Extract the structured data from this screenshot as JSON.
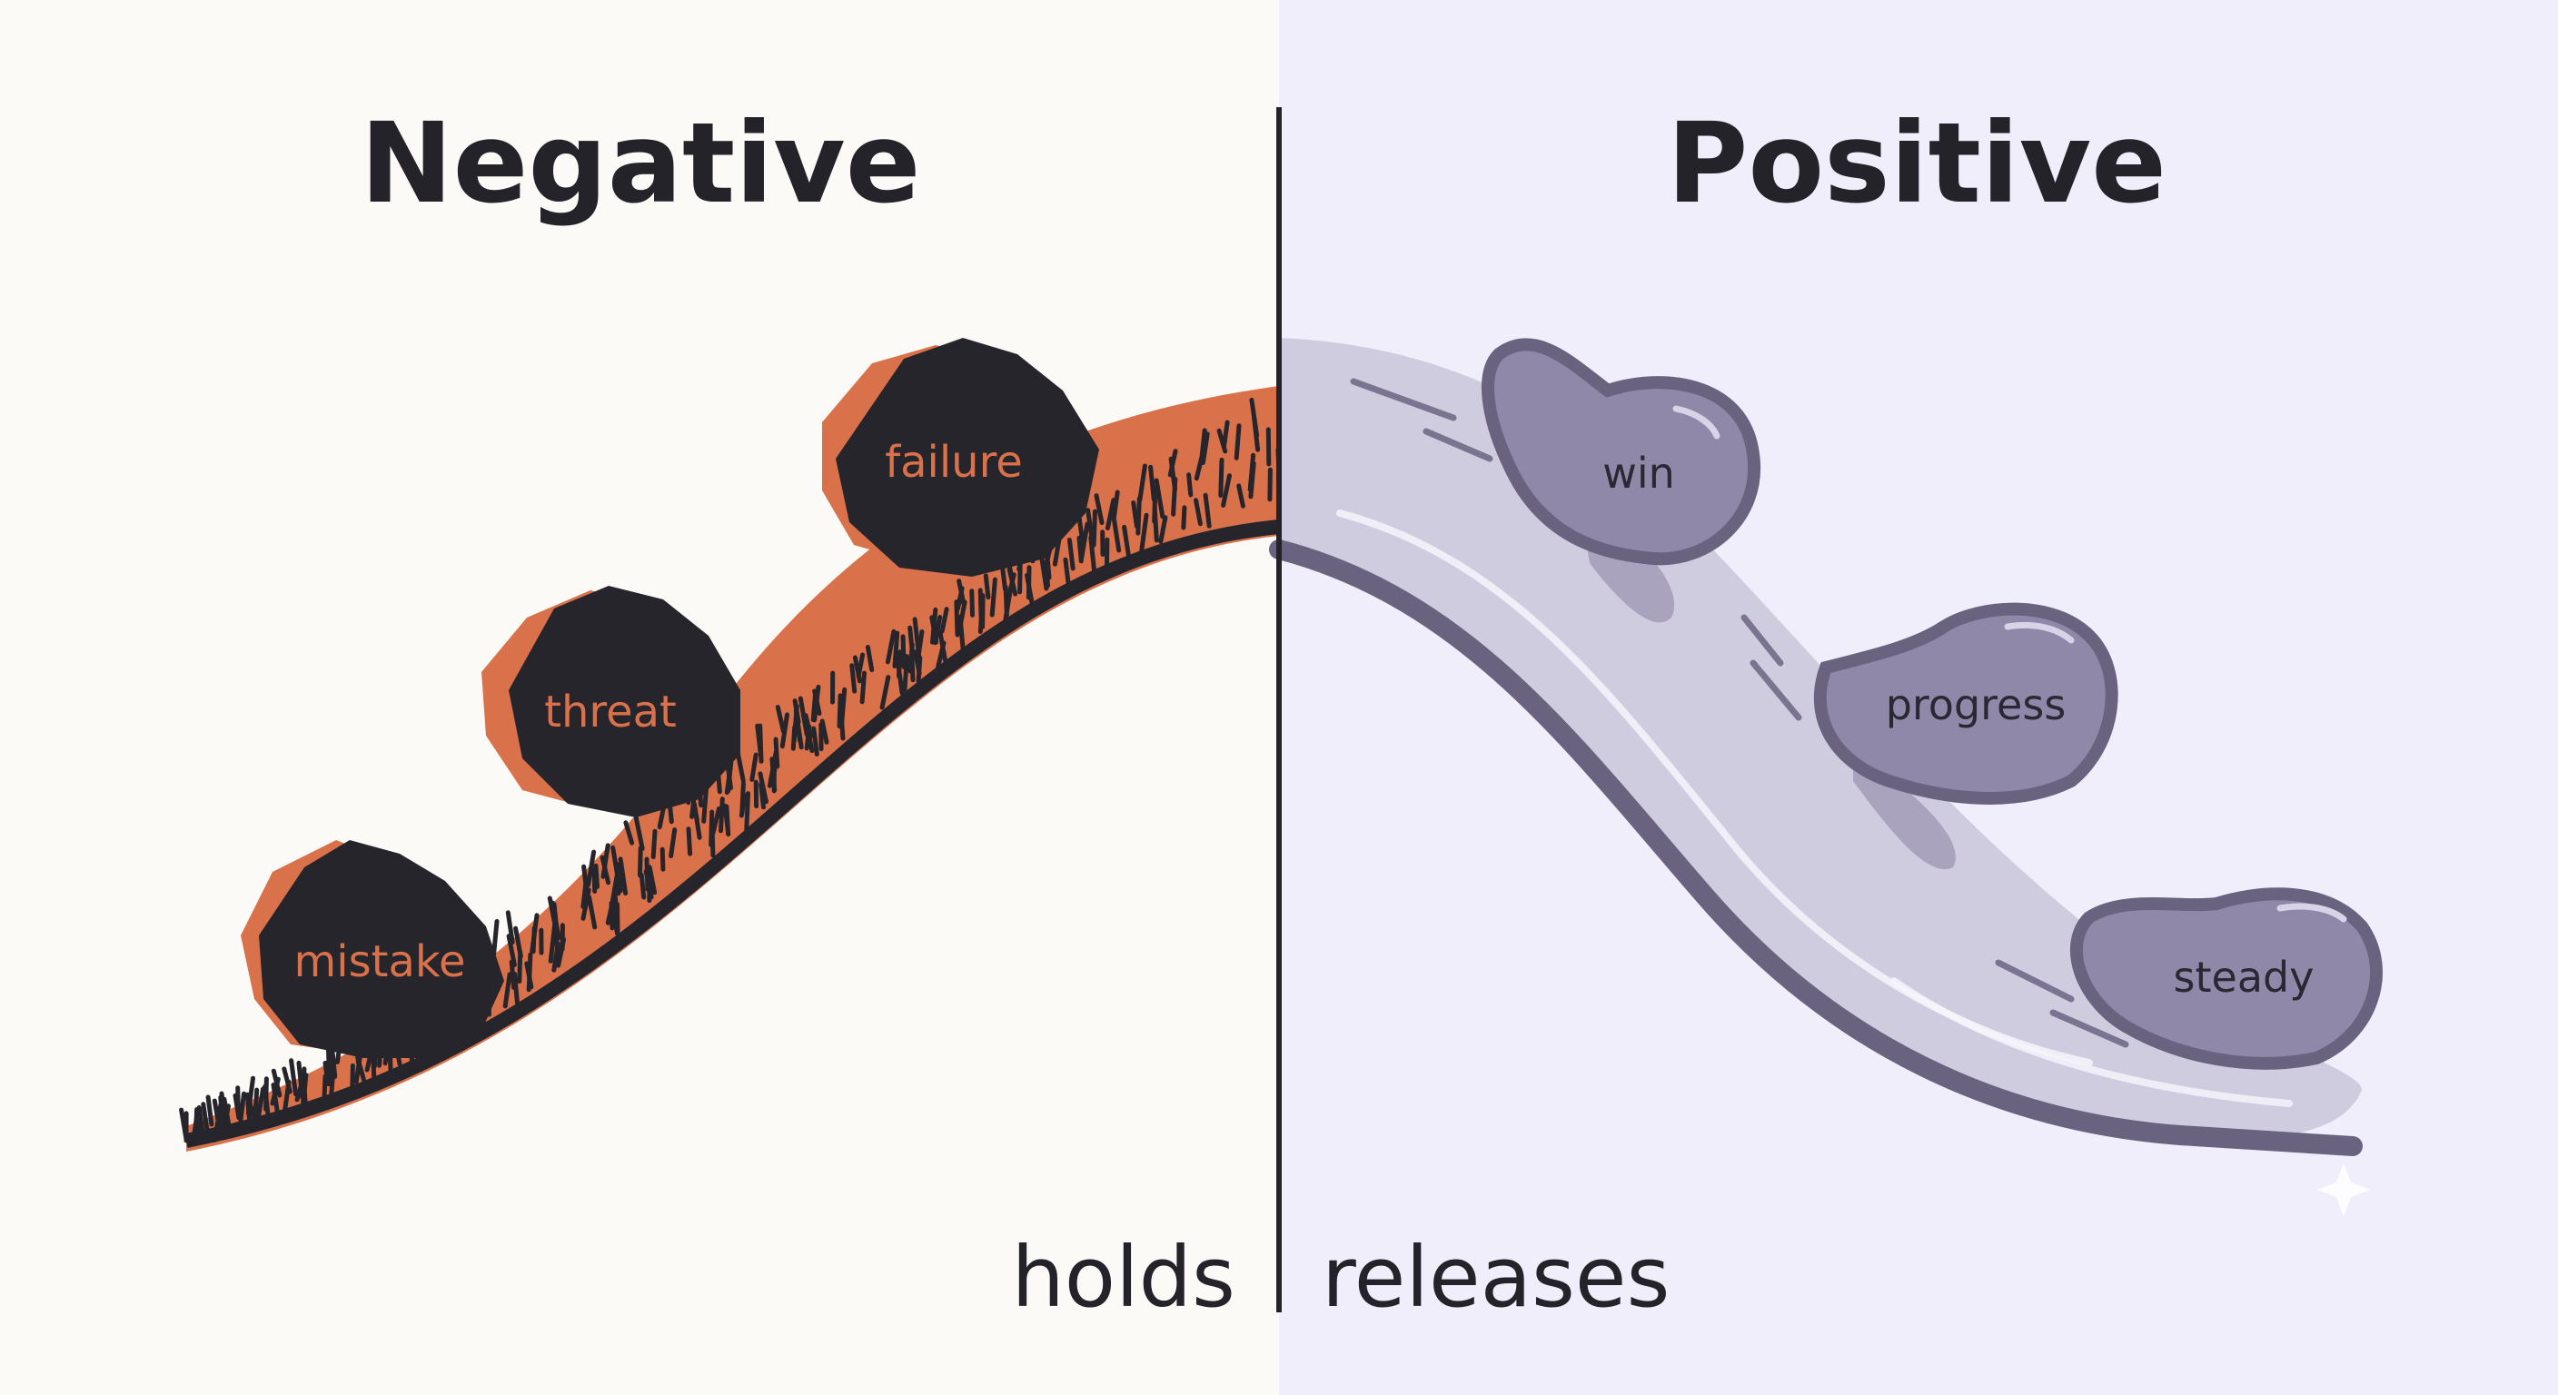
{
  "headings": {
    "negative": "Negative",
    "positive": "Positive"
  },
  "negative_items": [
    "mistake",
    "threat",
    "failure"
  ],
  "positive_items": [
    "win",
    "progress",
    "steady"
  ],
  "captions": {
    "negative": "holds",
    "positive": "releases"
  },
  "colors": {
    "negative_accent": "#d9714a",
    "rock": "#26252c",
    "positive_panel": "#efeefa",
    "pebble": "#9088a8",
    "slide": "#d0cce0",
    "slide_edge": "#6a6380",
    "ink": "#24232a"
  }
}
